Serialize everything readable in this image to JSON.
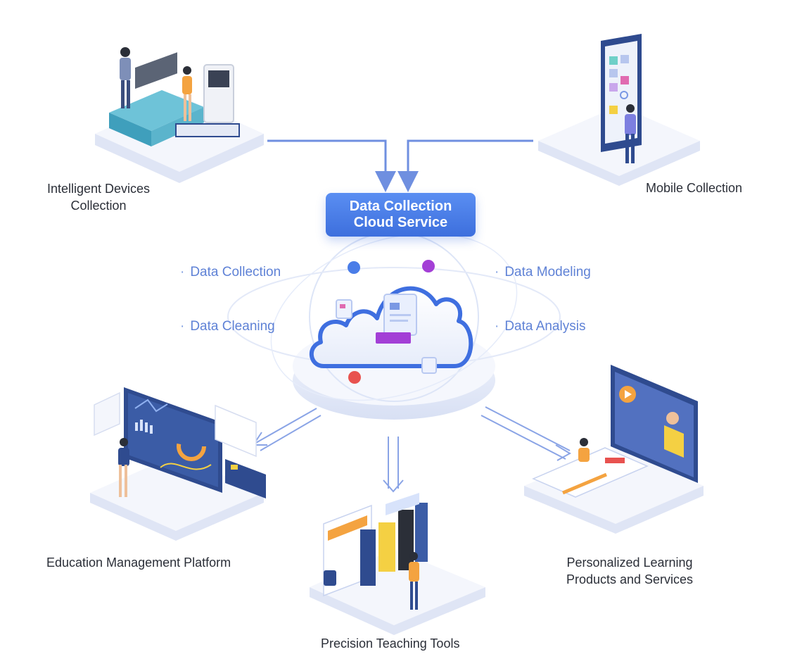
{
  "hub": {
    "line1": "Data Collection",
    "line2": "Cloud Service"
  },
  "sources": {
    "devices": {
      "line1": "Intelligent Devices",
      "line2": "Collection"
    },
    "mobile": {
      "label": "Mobile Collection"
    }
  },
  "processes": [
    "Data Collection",
    "Data Cleaning",
    "Data Modeling",
    "Data Analysis"
  ],
  "outputs": {
    "education": {
      "label": "Education Management Platform"
    },
    "precision": {
      "label": "Precision Teaching Tools"
    },
    "personalized": {
      "line1": "Personalized Learning",
      "line2": "Products and Services"
    }
  },
  "colors": {
    "accent": "#4a7de8",
    "arrow": "#6f8fe0",
    "platform_top": "#f4f6fc",
    "platform_side": "#dfe5f5",
    "navy": "#2f4b8f",
    "orange": "#f4a340",
    "red": "#e8524f",
    "purple": "#a33fd6"
  },
  "icons": [
    "device-station-icon",
    "phone-icon",
    "cloud-icon",
    "dashboard-monitor-icon",
    "bookshelf-icon",
    "video-lesson-icon"
  ]
}
